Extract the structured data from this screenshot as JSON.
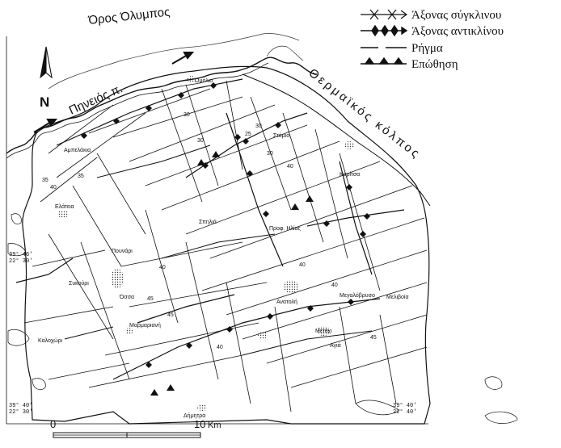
{
  "legend": [
    {
      "label": "Άξονας σύγκλινου",
      "symbol": "syncline-axis"
    },
    {
      "label": "Άξονας αντικλίνου",
      "symbol": "anticline-axis"
    },
    {
      "label": "Ρήγμα",
      "symbol": "fault"
    },
    {
      "label": "Επώθηση",
      "symbol": "thrust"
    }
  ],
  "north_label": "N",
  "labels": {
    "olympus": "Όρος Όλυμπος",
    "pineios": "Πηνειός π.",
    "thermaikos": "Θερμαϊκός κόλπος",
    "omolio": "Ομόλιο",
    "stomio": "Στόμιο",
    "ampelakia": "Αμπελάκια",
    "karitsa": "Καρίτσα",
    "elateia": "Ελάτεια",
    "spilia": "Σπηλιά",
    "prof_ilias": "Προφ. Ηλίας",
    "pournari": "Πουνάρι",
    "sykouri": "Συκούρι",
    "ossa": "Όσσα",
    "anatoli": "Ανατολή",
    "megalovrysi": "Μεγαλόβρυσο",
    "meliboia": "Μελιβοία",
    "marmariani": "Μαρμαριανή",
    "metochi": "Μετόχι",
    "agia": "Αγιά",
    "kalochori": "Καλοχώρι",
    "dimitra": "Δήμητρα"
  },
  "coords": {
    "nw_lat": "39° 46'",
    "nw_lon": "22° 30'",
    "sw_lat": "39° 40'",
    "sw_lon": "22° 30'",
    "se_lat": "39° 40'",
    "se_lon": "22° 40'"
  },
  "scale": {
    "start": "0",
    "end": "10",
    "unit": "Km"
  },
  "dip_values": [
    "40",
    "35",
    "30",
    "45",
    "30",
    "40",
    "25",
    "30",
    "40",
    "45",
    "40",
    "40",
    "30",
    "35",
    "40",
    "45"
  ]
}
